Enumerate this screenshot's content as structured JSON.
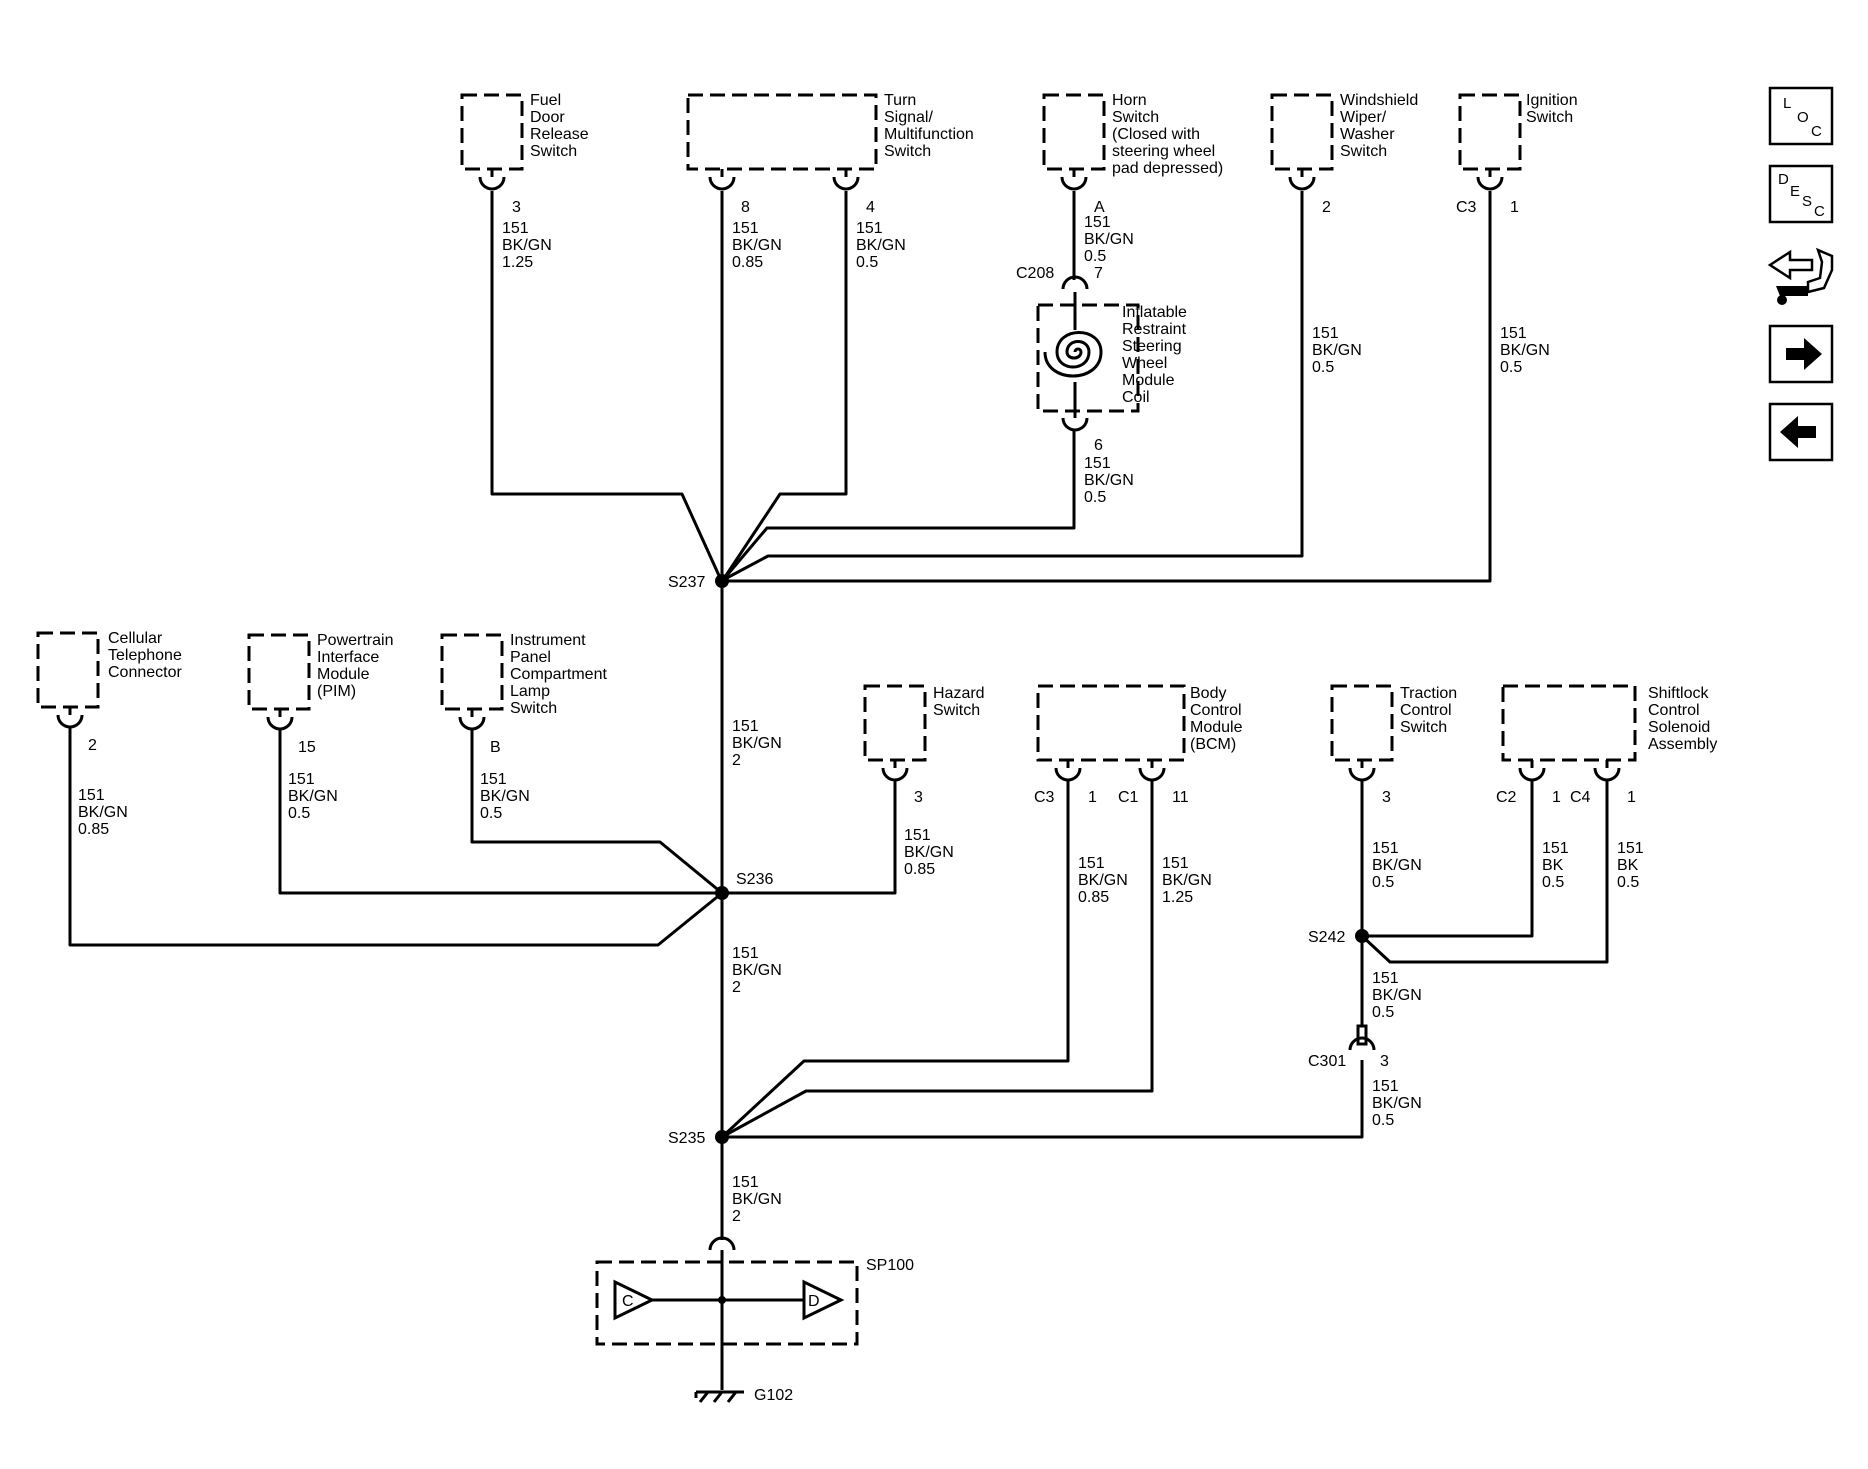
{
  "components": {
    "fuel_door": [
      "Fuel",
      "Door",
      "Release",
      "Switch"
    ],
    "turn_signal": [
      "Turn",
      "Signal/",
      "Multifunction",
      "Switch"
    ],
    "horn": [
      "Horn",
      "Switch",
      "(Closed with",
      "steering wheel",
      "pad depressed)"
    ],
    "wiper": [
      "Windshield",
      "Wiper/",
      "Washer",
      "Switch"
    ],
    "ignition": [
      "Ignition",
      "Switch"
    ],
    "irsc": [
      "Inflatable",
      "Restraint",
      "Steering",
      "Wheel",
      "Module",
      "Coil"
    ],
    "cell": [
      "Cellular",
      "Telephone",
      "Connector"
    ],
    "pim": [
      "Powertrain",
      "Interface",
      "Module",
      "(PIM)"
    ],
    "ip_lamp": [
      "Instrument",
      "Panel",
      "Compartment",
      "Lamp",
      "Switch"
    ],
    "hazard": [
      "Hazard",
      "Switch"
    ],
    "bcm": [
      "Body",
      "Control",
      "Module",
      "(BCM)"
    ],
    "traction": [
      "Traction",
      "Control",
      "Switch"
    ],
    "shiftlock": [
      "Shiftlock",
      "Control",
      "Solenoid",
      "Assembly"
    ]
  },
  "pins": {
    "fuel_door": "3",
    "turn_a": "8",
    "turn_b": "4",
    "horn": "A",
    "c208_pin": "7",
    "irsc_out": "6",
    "wiper": "2",
    "ignition_conn": "C3",
    "ignition": "1",
    "cell": "2",
    "pim": "15",
    "ip_lamp": "B",
    "hazard": "3",
    "bcm_c3_conn": "C3",
    "bcm_c3": "1",
    "bcm_c1_conn": "C1",
    "bcm_c1": "11",
    "traction": "3",
    "shift_c2_conn": "C2",
    "shift_c2": "1",
    "shift_c4_conn": "C4",
    "shift_c4": "1",
    "c301_pin": "3"
  },
  "connectors": {
    "c208": "C208",
    "c301": "C301"
  },
  "wires": {
    "fuel_door": [
      "151",
      "BK/GN",
      "1.25"
    ],
    "turn_a": [
      "151",
      "BK/GN",
      "0.85"
    ],
    "turn_b": [
      "151",
      "BK/GN",
      "0.5"
    ],
    "horn": [
      "151",
      "BK/GN",
      "0.5"
    ],
    "irsc": [
      "151",
      "BK/GN",
      "0.5"
    ],
    "wiper": [
      "151",
      "BK/GN",
      "0.5"
    ],
    "ignition": [
      "151",
      "BK/GN",
      "0.5"
    ],
    "trunk_upper": [
      "151",
      "BK/GN",
      "2"
    ],
    "trunk_mid": [
      "151",
      "BK/GN",
      "2"
    ],
    "trunk_lower": [
      "151",
      "BK/GN",
      "2"
    ],
    "cell": [
      "151",
      "BK/GN",
      "0.85"
    ],
    "pim": [
      "151",
      "BK/GN",
      "0.5"
    ],
    "ip_lamp": [
      "151",
      "BK/GN",
      "0.5"
    ],
    "hazard": [
      "151",
      "BK/GN",
      "0.85"
    ],
    "bcm_c3": [
      "151",
      "BK/GN",
      "0.85"
    ],
    "bcm_c1": [
      "151",
      "BK/GN",
      "1.25"
    ],
    "traction": [
      "151",
      "BK/GN",
      "0.5"
    ],
    "shift_c2": [
      "151",
      "BK",
      "0.5"
    ],
    "shift_c4": [
      "151",
      "BK",
      "0.5"
    ],
    "s242_out": [
      "151",
      "BK/GN",
      "0.5"
    ],
    "c301_out": [
      "151",
      "BK/GN",
      "0.5"
    ]
  },
  "splices": {
    "s237": "S237",
    "s236": "S236",
    "s235": "S235",
    "s242": "S242"
  },
  "ground": {
    "splice_pack": "SP100",
    "pack_left": "C",
    "pack_right": "D",
    "ground_point": "G102"
  },
  "nav": {
    "loc_letters": [
      "L",
      "O",
      "C"
    ],
    "desc_letters": [
      "D",
      "E",
      "S",
      "C"
    ],
    "icons": [
      "loc-icon",
      "desc-icon",
      "connector-swap-icon",
      "arrow-right-icon",
      "arrow-left-icon"
    ]
  }
}
